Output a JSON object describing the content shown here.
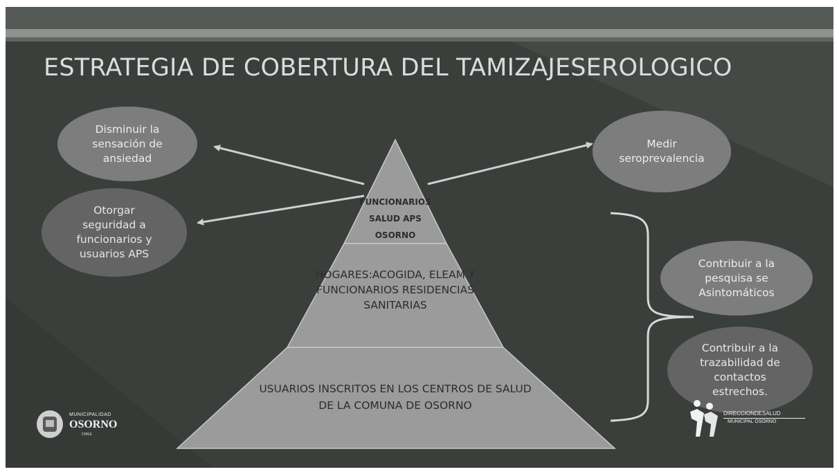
{
  "slide": {
    "title": "ESTRATEGIA DE COBERTURA DEL TAMIZAJESEROLOGICO",
    "goals_left": [
      {
        "label": "Disminuir la sensación de ansiedad"
      },
      {
        "label": "Otorgar seguridad a funcionarios y usuarios APS"
      }
    ],
    "goals_right": [
      {
        "label": "Medir seroprevalencia"
      },
      {
        "label": "Contribuir a la pesquisa se Asintomáticos"
      },
      {
        "label": "Contribuir a la trazabilidad de contactos estrechos."
      }
    ],
    "pyramid": {
      "top": "FUNCIONARIOS SALUD APS OSORNO",
      "middle": "HOGARES:ACOGIDA, ELEAM Y FUNCIONARIOS RESIDENCIAS SANITARIAS",
      "bottom": "USUARIOS INSCRITOS EN LOS CENTROS DE SALUD DE LA COMUNA DE OSORNO"
    },
    "logos": {
      "left_line1": "MUNICIPALIDAD",
      "left_line2": "OSORNO",
      "left_line3": "CHILE",
      "right_line1": "DIRECCIONDESALUD",
      "right_line2": "MUNICIPAL OSORNO"
    },
    "colors": {
      "background": "#3a3f3c",
      "ellipse_light": "#7d7d7d",
      "ellipse_dark": "#646464",
      "pyramid": "#9b9b9b"
    }
  }
}
